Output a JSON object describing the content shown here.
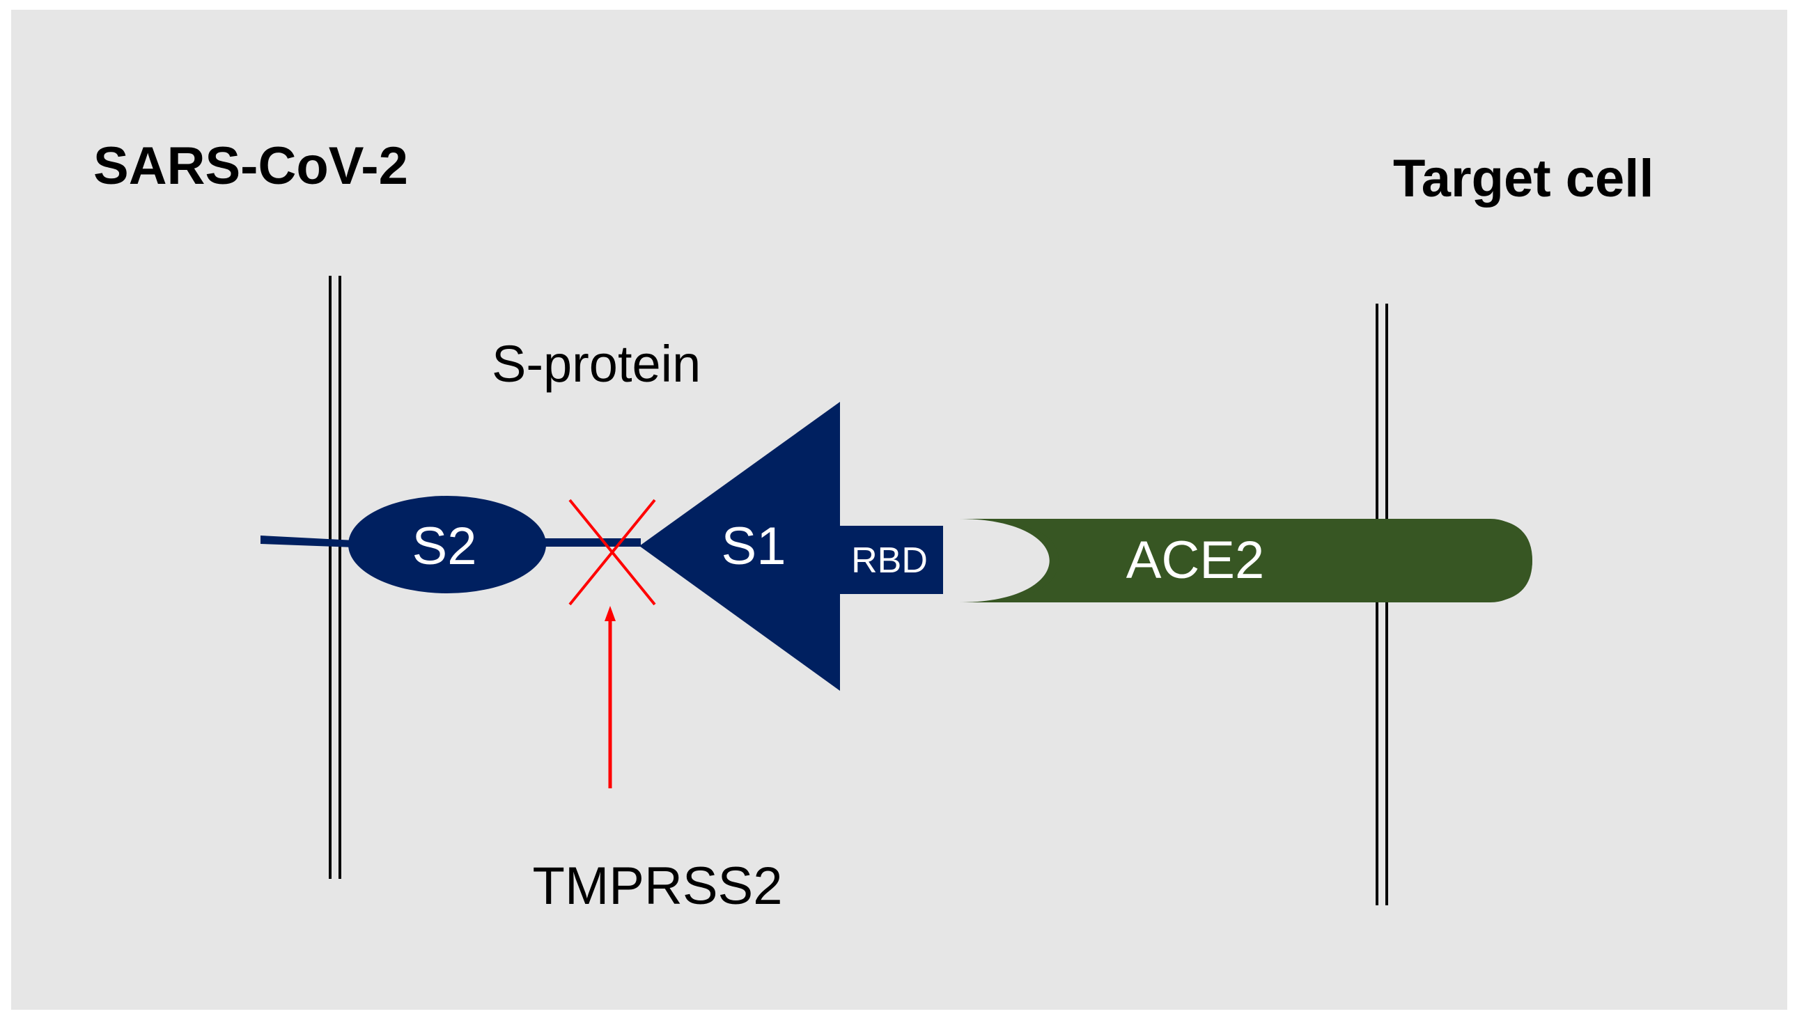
{
  "labels": {
    "virus": "SARS-CoV-2",
    "target": "Target cell",
    "spike": "S-protein",
    "s2": "S2",
    "s1": "S1",
    "rbd": "RBD",
    "receptor": "ACE2",
    "protease": "TMPRSS2"
  },
  "colors": {
    "background": "#e6e6e6",
    "spike_protein": "#002060",
    "receptor": "#375623",
    "protease_marker": "#ff0000",
    "membrane": "#000000"
  }
}
